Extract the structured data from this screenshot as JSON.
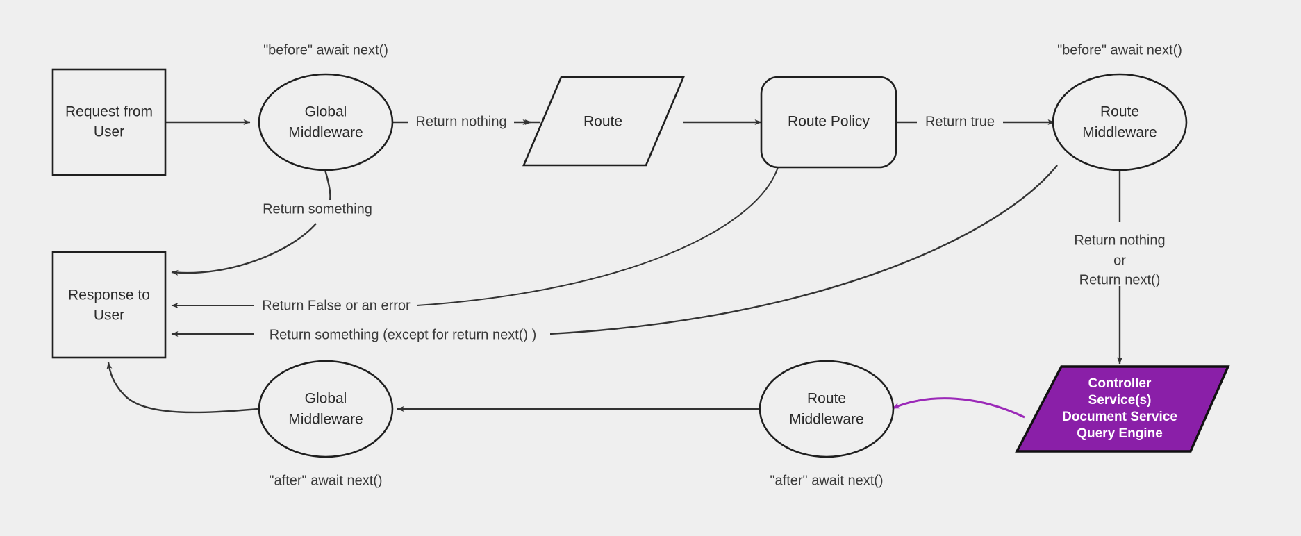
{
  "diagram": {
    "title": "Middleware request lifecycle flowchart",
    "background_color": "#efefef",
    "stroke_color": "#1f1f1f",
    "accent_color": "#8a1fa8",
    "nodes": [
      {
        "id": "request_from_user",
        "label_line1": "Request from",
        "label_line2": "User",
        "shape": "rectangle"
      },
      {
        "id": "global_middleware_before",
        "label_line1": "Global",
        "label_line2": "Middleware",
        "shape": "ellipse"
      },
      {
        "id": "route",
        "label_line1": "Route",
        "label_line2": "",
        "shape": "parallelogram"
      },
      {
        "id": "route_policy",
        "label_line1": "Route Policy",
        "label_line2": "",
        "shape": "rounded-rectangle"
      },
      {
        "id": "route_middleware_before",
        "label_line1": "Route",
        "label_line2": "Middleware",
        "shape": "ellipse"
      },
      {
        "id": "controller_services",
        "label_line1": "Controller",
        "label_line2": "Service(s)",
        "label_line3": "Document Service",
        "label_line4": "Query Engine",
        "shape": "parallelogram",
        "fill": "#8a1fa8"
      },
      {
        "id": "response_to_user",
        "label_line1": "Response to",
        "label_line2": "User",
        "shape": "rectangle"
      },
      {
        "id": "global_middleware_after",
        "label_line1": "Global",
        "label_line2": "Middleware",
        "shape": "ellipse"
      },
      {
        "id": "route_middleware_after",
        "label_line1": "Route",
        "label_line2": "Middleware",
        "shape": "ellipse"
      }
    ],
    "annotations": [
      {
        "id": "before_global",
        "text": "\"before\" await next()"
      },
      {
        "id": "before_route",
        "text": "\"before\" await next()"
      },
      {
        "id": "after_global",
        "text": "\"after\" await next()"
      },
      {
        "id": "after_route",
        "text": "\"after\" await next()"
      }
    ],
    "edge_labels": [
      {
        "id": "return_nothing",
        "text": "Return nothing"
      },
      {
        "id": "return_true",
        "text": "Return true"
      },
      {
        "id": "return_something",
        "text": "Return something"
      },
      {
        "id": "return_false_or_error",
        "text": "Return False or an error"
      },
      {
        "id": "return_something_except_next",
        "text": "Return something (except for return next() )"
      },
      {
        "id": "return_nothing_or_next_l1",
        "text": "Return nothing"
      },
      {
        "id": "return_nothing_or_next_l2",
        "text": "or"
      },
      {
        "id": "return_nothing_or_next_l3",
        "text": "Return next()"
      }
    ]
  }
}
